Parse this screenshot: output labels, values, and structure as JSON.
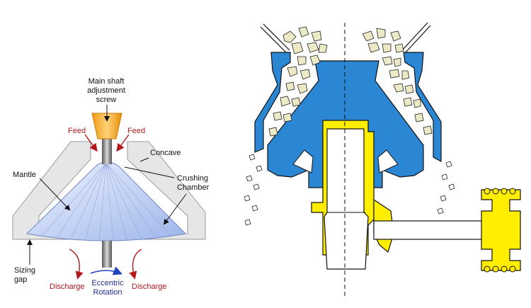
{
  "left_diagram": {
    "labels": {
      "adjustment_screw_line1": "Main shaft",
      "adjustment_screw_line2": "adjustment",
      "adjustment_screw_line3": "screw",
      "feed_left": "Feed",
      "feed_right": "Feed",
      "concave": "Concave",
      "mantle": "Mantle",
      "crushing_chamber_line1": "Crushing",
      "crushing_chamber_line2": "Chamber",
      "sizing_gap_line1": "Sizing",
      "sizing_gap_line2": "gap",
      "discharge_left": "Discharge",
      "discharge_right": "Discharge",
      "eccentric_rotation_line1": "Eccentric",
      "eccentric_rotation_line2": "Rotation"
    },
    "colors": {
      "concave": "#e6e6e6",
      "mantle": "#c6d6f6",
      "screw": "#f7a51e",
      "shaft": "#8a8a8a",
      "feed_arrow": "#b2191d",
      "rotation_arrow": "#1f3fbf"
    }
  },
  "right_diagram": {
    "colors": {
      "liner": "#2b86d4",
      "shaft": "#ffee00",
      "rock": "#ece9c6",
      "outline": "#111111"
    }
  }
}
